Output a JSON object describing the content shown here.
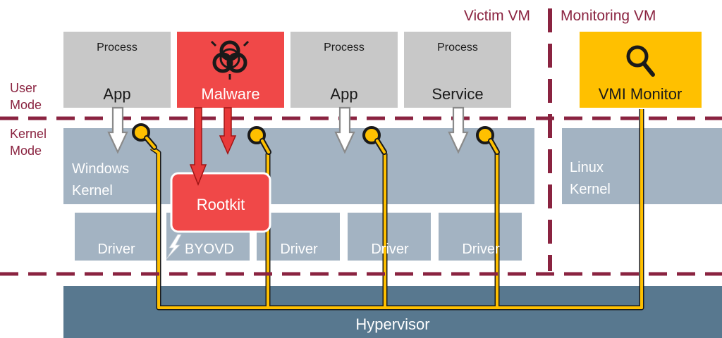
{
  "header": {
    "victim_vm": "Victim VM",
    "monitoring_vm": "Monitoring VM"
  },
  "modes": {
    "user_line1": "User",
    "user_line2": "Mode",
    "kernel_line1": "Kernel",
    "kernel_line2": "Mode"
  },
  "processes": {
    "app1": {
      "caption": "Process",
      "label": "App"
    },
    "malware": {
      "label": "Malware"
    },
    "app2": {
      "caption": "Process",
      "label": "App"
    },
    "service": {
      "caption": "Process",
      "label": "Service"
    },
    "vmi_monitor": {
      "label": "VMI Monitor"
    }
  },
  "kernels": {
    "windows_line1": "Windows",
    "windows_line2": "Kernel",
    "linux_line1": "Linux",
    "linux_line2": "Kernel"
  },
  "rootkit": {
    "label": "Rootkit"
  },
  "drivers": {
    "d1": "Driver",
    "byovd": "BYOVD",
    "d3": "Driver",
    "d4": "Driver",
    "d5": "Driver"
  },
  "hypervisor": {
    "label": "Hypervisor"
  },
  "icons": {
    "biohazard": "biohazard-icon",
    "magnifier": "magnifier-icon",
    "lightning": "lightning-icon"
  },
  "colors": {
    "process_gray": "#c8c8c8",
    "malware_red": "#f04848",
    "monitor_gold": "#ffc000",
    "kernel_blue": "#a3b3c2",
    "hypervisor_blue": "#58788f",
    "divider_maroon": "#8a2340"
  }
}
